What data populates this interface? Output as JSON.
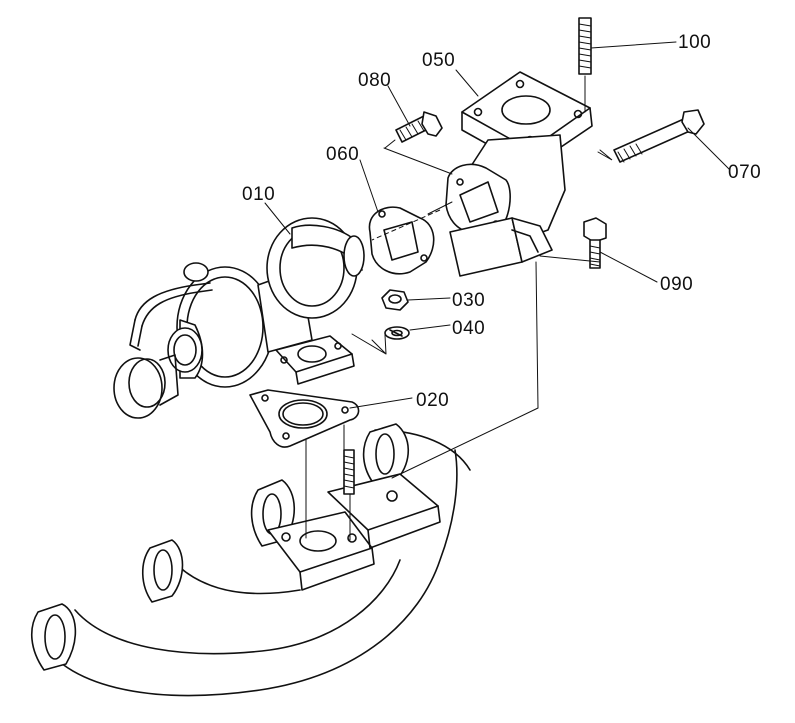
{
  "parts": [
    {
      "id": "part-010",
      "label": "010"
    },
    {
      "id": "part-020",
      "label": "020"
    },
    {
      "id": "part-030",
      "label": "030"
    },
    {
      "id": "part-040",
      "label": "040"
    },
    {
      "id": "part-050",
      "label": "050"
    },
    {
      "id": "part-060",
      "label": "060"
    },
    {
      "id": "part-070",
      "label": "070"
    },
    {
      "id": "part-080",
      "label": "080"
    },
    {
      "id": "part-090",
      "label": "090"
    },
    {
      "id": "part-100",
      "label": "100"
    }
  ]
}
